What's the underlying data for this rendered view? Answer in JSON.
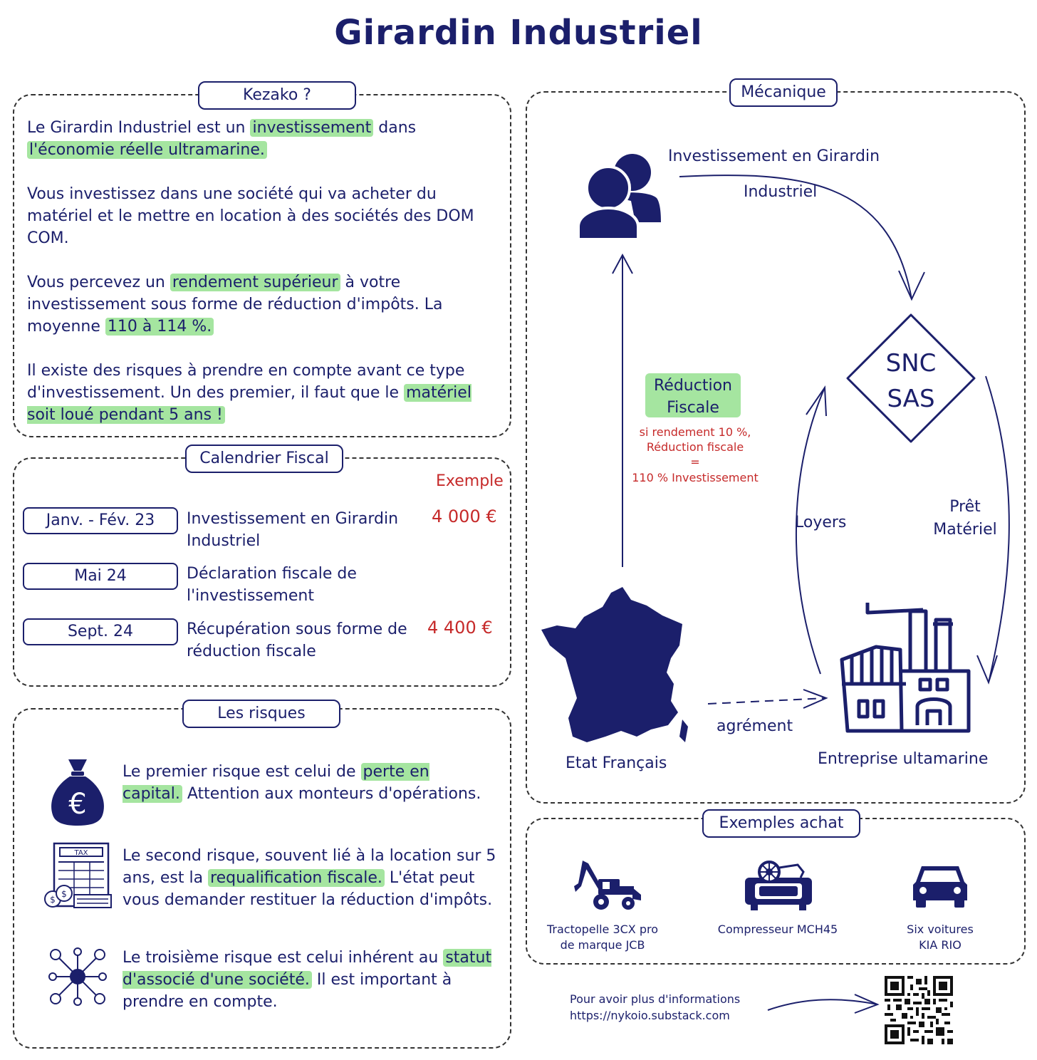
{
  "title": "Girardin Industriel",
  "kezako": {
    "label": "Kezako ?",
    "p1_a": "Le Girardin Industriel est un ",
    "p1_hl1": "investissement",
    "p1_b": " dans",
    "p1_hl2": "l'économie réelle ultramarine.",
    "p2": "Vous investissez dans une société qui va acheter du matériel et le mettre en location à des sociétés des DOM COM.",
    "p3_a": "Vous percevez un ",
    "p3_hl": "rendement supérieur",
    "p3_b": " à votre investissement sous forme de réduction d'impôts. La moyenne ",
    "p3_hl2": "110 à 114 %.",
    "p4_a": "Il existe des risques à prendre en compte avant ce type d'investissement. Un des premier, il faut que le ",
    "p4_hl": "matériel soit loué pendant 5 ans !"
  },
  "calendrier": {
    "label": "Calendrier Fiscal",
    "exemple": "Exemple",
    "rows": [
      {
        "date": "Janv. - Fév. 23",
        "text": "Investissement en Girardin Industriel",
        "amount": "4 000 €"
      },
      {
        "date": "Mai 24",
        "text": "Déclaration fiscale de l'investissement",
        "amount": ""
      },
      {
        "date": "Sept. 24",
        "text": "Récupération sous forme de réduction fiscale",
        "amount": "4 400 €"
      }
    ]
  },
  "risques": {
    "label": "Les risques",
    "r1_a": "Le premier risque est celui de ",
    "r1_hl": "perte en capital.",
    "r1_b": " Attention aux monteurs d'opérations.",
    "r2_a": "Le second risque, souvent lié à la location sur 5 ans, est la ",
    "r2_hl": "requalification fiscale.",
    "r2_b": " L'état peut vous demander restituer la réduction d'impôts.",
    "r3_a": "Le troisième risque est celui inhérent au ",
    "r3_hl": "statut d'associé d'une société.",
    "r3_b": " Il est important à prendre en compte.",
    "tax_label": "TAX"
  },
  "mecanique": {
    "label": "Mécanique",
    "invest_line1": "Investissement en Girardin",
    "invest_line2": "Industriel",
    "snc": "SNC",
    "sas": "SAS",
    "reduction_line1": "Réduction",
    "reduction_line2": "Fiscale",
    "note1": "si rendement 10 %,",
    "note2": "Réduction fiscale",
    "note3": "=",
    "note4": "110 % Investissement",
    "loyers": "Loyers",
    "pret1": "Prêt",
    "pret2": "Matériel",
    "agrement": "agrément",
    "etat": "Etat Français",
    "entreprise": "Entreprise ultamarine"
  },
  "exemples": {
    "label": "Exemples achat",
    "items": [
      {
        "line1": "Tractopelle 3CX pro",
        "line2": "de marque JCB"
      },
      {
        "line1": "Compresseur MCH45",
        "line2": ""
      },
      {
        "line1": "Six voitures",
        "line2": "KIA RIO"
      }
    ]
  },
  "footer": {
    "line1": "Pour avoir plus d'informations",
    "line2": "https://nykoio.substack.com"
  },
  "colors": {
    "navy": "#1b1f6b",
    "highlight": "#a5e5a0",
    "red": "#c62a2a"
  }
}
